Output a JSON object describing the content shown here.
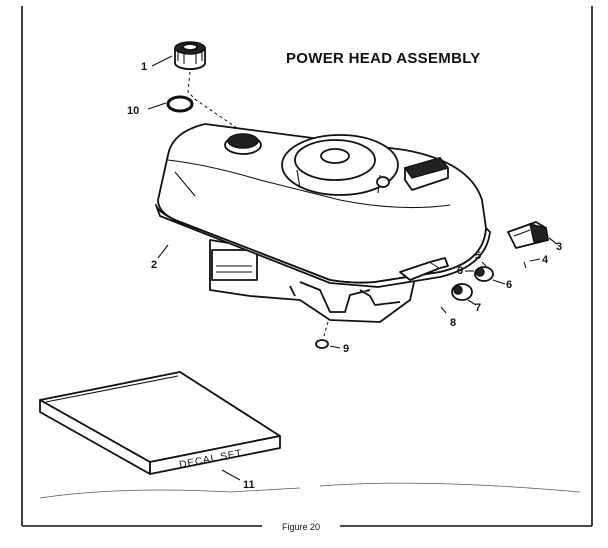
{
  "diagram": {
    "title": "POWER HEAD ASSEMBLY",
    "figure_caption": "Figure 20",
    "decal_text": "DECAL SET",
    "callouts": [
      {
        "id": "1",
        "label": "1"
      },
      {
        "id": "2",
        "label": "2"
      },
      {
        "id": "3",
        "label": "3"
      },
      {
        "id": "4",
        "label": "4"
      },
      {
        "id": "5",
        "label": "5"
      },
      {
        "id": "6a",
        "label": "6"
      },
      {
        "id": "6b",
        "label": "6"
      },
      {
        "id": "7",
        "label": "7"
      },
      {
        "id": "8",
        "label": "8"
      },
      {
        "id": "9",
        "label": "9"
      },
      {
        "id": "10",
        "label": "10"
      },
      {
        "id": "11",
        "label": "11"
      }
    ]
  }
}
